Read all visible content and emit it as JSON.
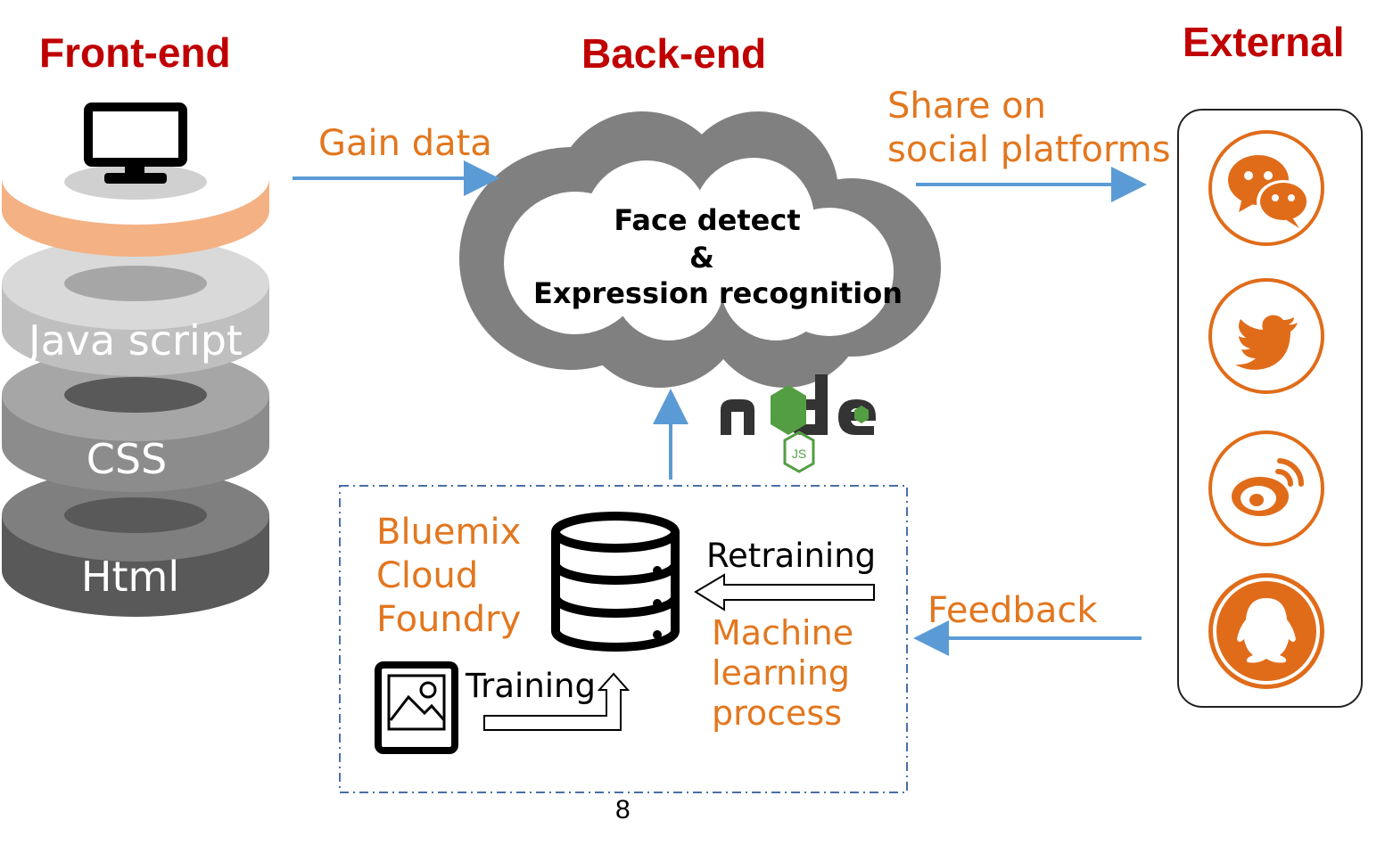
{
  "headings": {
    "frontend": "Front-end",
    "backend": "Back-end",
    "external": "External"
  },
  "frontend_layers": [
    {
      "label": "Java script",
      "color": "#d9d9d9"
    },
    {
      "label": "CSS",
      "color": "#a6a6a6"
    },
    {
      "label": "Html",
      "color": "#7f7f7f"
    }
  ],
  "frontend_top_color": "#f4b183",
  "flows": {
    "gain_data": "Gain data",
    "share_line1": "Share on",
    "share_line2": "social platforms",
    "feedback": "Feedback"
  },
  "cloud": {
    "line1": "Face detect",
    "line2": "&",
    "line3": "Expression recognition"
  },
  "cloud_foundry": {
    "line1": "Bluemix",
    "line2": "Cloud",
    "line3": "Foundry"
  },
  "ml": {
    "retraining": "Retraining",
    "training": "Training",
    "process_line1": "Machine",
    "process_line2": "learning",
    "process_line3": "process"
  },
  "icons": {
    "monitor": "monitor-icon",
    "database": "database-icon",
    "image": "image-icon",
    "nodejs": "nodejs-logo",
    "social": [
      "wechat-icon",
      "twitter-icon",
      "weibo-icon",
      "qq-icon"
    ]
  },
  "colors": {
    "heading": "#c00000",
    "accent": "#e2771f",
    "arrow": "#5b9bd5",
    "cloud": "#808080"
  },
  "page_number": "8"
}
